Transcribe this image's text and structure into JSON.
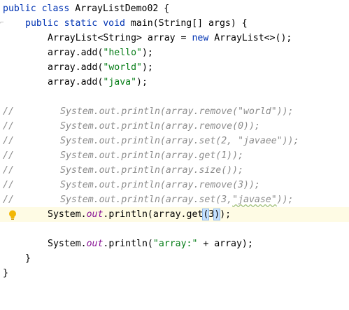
{
  "code": {
    "line1": {
      "kw1": "public",
      "kw2": "class",
      "name": "ArrayListDemo02",
      "brace": "{"
    },
    "line2": {
      "kw1": "public",
      "kw2": "static",
      "kw3": "void",
      "rest": "main(String[] args) {"
    },
    "line3": {
      "a": "ArrayList<String> array = ",
      "kw": "new",
      "b": "ArrayList<>();"
    },
    "line4": {
      "a": "array.add(",
      "s": "\"hello\"",
      "b": ");"
    },
    "line5": {
      "a": "array.add(",
      "s": "\"world\"",
      "b": ");"
    },
    "line6": {
      "a": "array.add(",
      "s": "\"java\"",
      "b": ");"
    },
    "comments": [
      {
        "prefix": "//",
        "text": "System.out.println(array.remove(\"world\"));"
      },
      {
        "prefix": "//",
        "text": "System.out.println(array.remove(0));"
      },
      {
        "prefix": "//",
        "text": "System.out.println(array.set(2, \"javaee\"));"
      },
      {
        "prefix": "//",
        "text": "System.out.println(array.get(1));"
      },
      {
        "prefix": "//",
        "text": "System.out.println(array.size());"
      },
      {
        "prefix": "//",
        "text": "System.out.println(array.remove(3));"
      },
      {
        "prefix": "//",
        "text_a": "System.out.println(array.set(3,",
        "text_b": "\"javase\"",
        "text_c": "));"
      }
    ],
    "current": {
      "a": "System.",
      "f": "out",
      "b": ".println(array.get",
      "p1": "(",
      "n": "3",
      "p2": ")",
      "c": ");"
    },
    "print": {
      "a": "System.",
      "f": "out",
      "b": ".println(",
      "s": "\"array:\"",
      "c": " + array);"
    },
    "close_method": "}",
    "close_class": "}"
  },
  "colors": {
    "keyword": "#0033b3",
    "string": "#067d17",
    "field": "#871094",
    "comment": "#8c8c8c",
    "current_line": "#fefbe4",
    "bulb": "#f2b705"
  },
  "icons": {
    "intention_bulb": "lightbulb-icon"
  }
}
